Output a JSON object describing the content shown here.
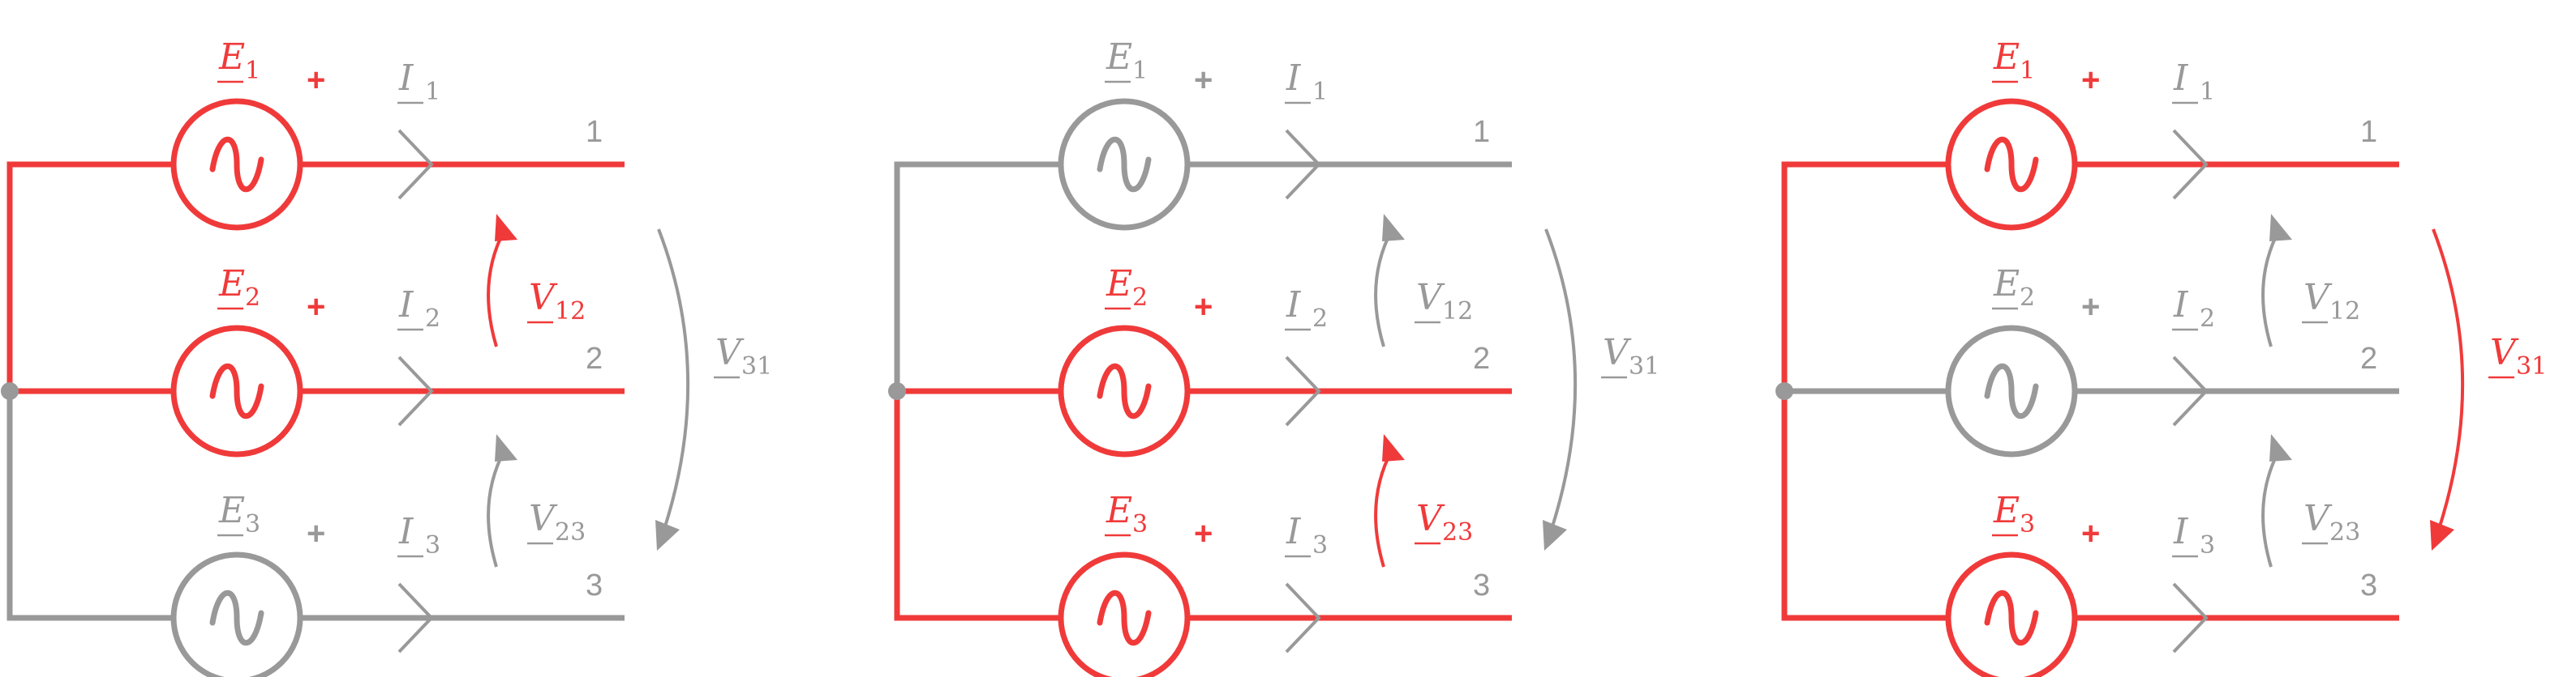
{
  "colors": {
    "active": "#f03a3a",
    "inactive": "#999999"
  },
  "labels": {
    "E1": {
      "base": "E",
      "sub": "1"
    },
    "E2": {
      "base": "E",
      "sub": "2"
    },
    "E3": {
      "base": "E",
      "sub": "3"
    },
    "I1": {
      "base": "I",
      "sub": "1"
    },
    "I2": {
      "base": "I",
      "sub": "2"
    },
    "I3": {
      "base": "I",
      "sub": "3"
    },
    "V12": {
      "base": "V",
      "sub": "12"
    },
    "V23": {
      "base": "V",
      "sub": "23"
    },
    "V31": {
      "base": "V",
      "sub": "31"
    },
    "plus": "+",
    "terminals": [
      "1",
      "2",
      "3"
    ]
  },
  "panels": [
    {
      "id": "panel-a",
      "active_sources": [
        1,
        2
      ],
      "active_voltage": "V12"
    },
    {
      "id": "panel-b",
      "active_sources": [
        2,
        3
      ],
      "active_voltage": "V23"
    },
    {
      "id": "panel-c",
      "active_sources": [
        1,
        3
      ],
      "active_voltage": "V31"
    }
  ]
}
